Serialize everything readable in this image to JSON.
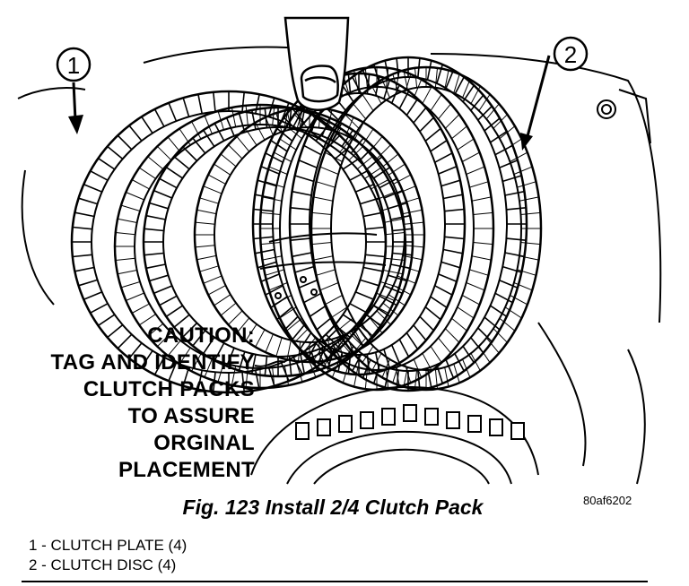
{
  "figure": {
    "callouts": [
      {
        "label": "1"
      },
      {
        "label": "2"
      }
    ],
    "caution_lines": [
      "CAUTION:",
      "TAG AND IDENTIFY",
      "CLUTCH PACKS",
      "TO ASSURE",
      "ORGINAL",
      "PLACEMENT"
    ],
    "figure_code": "80af6202",
    "title": "Fig. 123 Install 2/4 Clutch Pack"
  },
  "legend": [
    {
      "text": "1 - CLUTCH PLATE (4)"
    },
    {
      "text": "2 - CLUTCH DISC (4)"
    }
  ]
}
